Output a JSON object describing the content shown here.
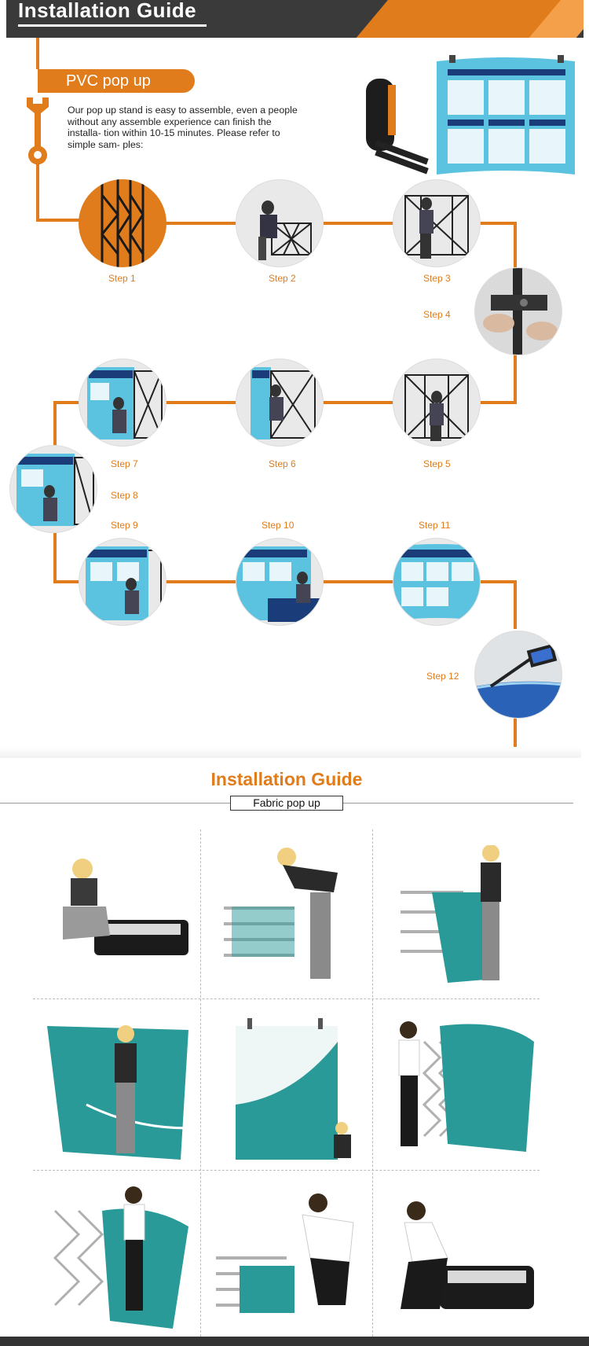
{
  "header": {
    "title": "Installation Guide"
  },
  "pvc": {
    "badge": "PVC pop up",
    "intro": "Our pop up stand is easy to assemble, even a people without any assemble experience can finish the installa- tion within 10-15 minutes. Please refer to simple sam- ples:"
  },
  "steps": [
    "Step 1",
    "Step 2",
    "Step 3",
    "Step 4",
    "Step 5",
    "Step 6",
    "Step 7",
    "Step 8",
    "Step 9",
    "Step 10",
    "Step 11",
    "Step 12"
  ],
  "fabric": {
    "title": "Installation Guide",
    "subtitle": "Fabric pop up"
  },
  "colors": {
    "accent": "#e07c1c",
    "header": "#3a3a3a",
    "teal": "#2a9a98"
  }
}
